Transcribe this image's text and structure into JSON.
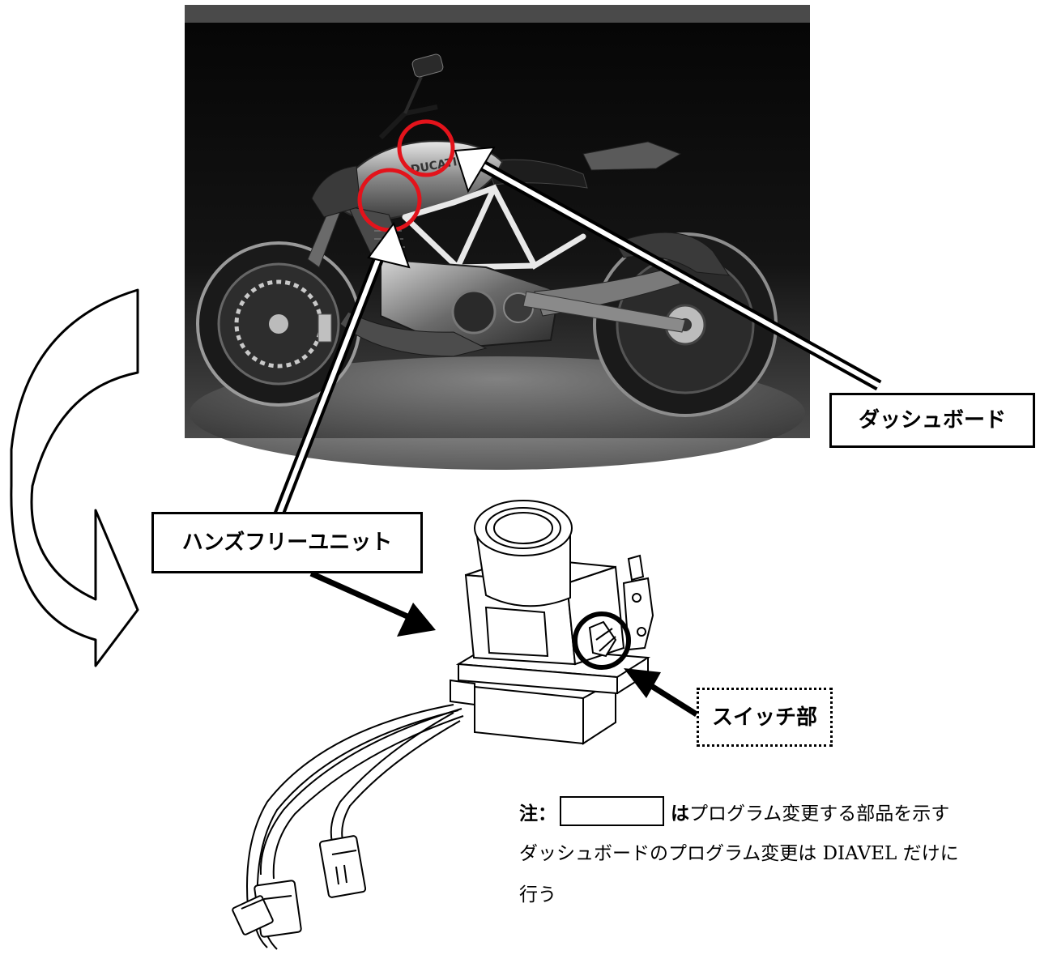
{
  "labels": {
    "dashboard": "ダッシュボード",
    "handsfree_unit": "ハンズフリーユニット",
    "switch_part": "スイッチ部"
  },
  "note": {
    "prefix": "注：",
    "emphasis": "は",
    "line1_rest": "プログラム変更する部品を示す",
    "line2": "ダッシュボードのプログラム変更は DIAVEL だけに",
    "line3": "行う"
  },
  "colors": {
    "highlight_circle": "#e3131b",
    "photo_background": "#0c0c0c",
    "photo_top_bar": "#4a4a4a",
    "outline": "#000000"
  },
  "icons": {
    "curved_arrow": "curved-arrow-icon",
    "pointer_arrow": "pointer-arrow-icon"
  }
}
